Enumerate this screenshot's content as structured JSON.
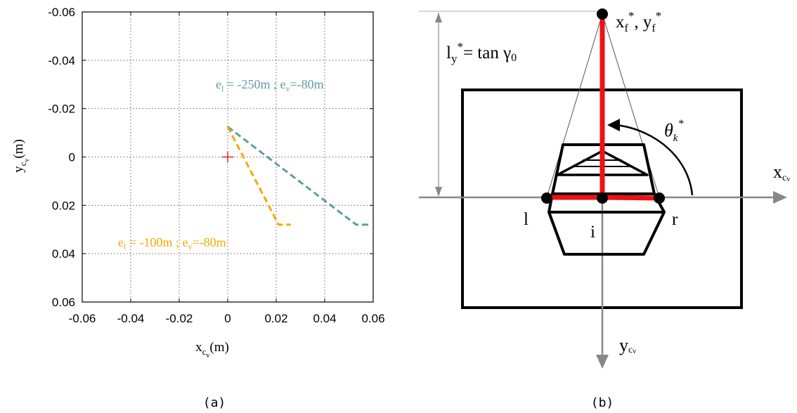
{
  "colors": {
    "series_orange": "#f5a800",
    "series_teal": "#5f9ea0",
    "origin_marker": "#e8202a",
    "track_red": "#ee1111",
    "axis_gray": "#888888"
  },
  "chart_data": {
    "type": "line",
    "panel_caption": "(a)",
    "xlabel": {
      "base": "x",
      "sub1": "c",
      "sub2": "v",
      "unit": "(m)"
    },
    "ylabel": {
      "base": "y",
      "sub1": "c",
      "sub2": "v",
      "unit": "(m)"
    },
    "xlim": [
      -0.06,
      0.06
    ],
    "ylim": [
      -0.06,
      0.06
    ],
    "y_inverted": true,
    "grid": true,
    "x_ticks": [
      "-0.06",
      "-0.04",
      "-0.02",
      "0",
      "0.02",
      "0.04",
      "0.06"
    ],
    "y_ticks": [
      "-0.06",
      "-0.04",
      "-0.02",
      "0",
      "0.02",
      "0.04",
      "0.06"
    ],
    "x_tick_values": [
      -0.06,
      -0.04,
      -0.02,
      0,
      0.02,
      0.04,
      0.06
    ],
    "y_tick_values": [
      -0.06,
      -0.04,
      -0.02,
      0,
      0.02,
      0.04,
      0.06
    ],
    "origin_marker": {
      "x": 0,
      "y": 0,
      "symbol": "+"
    },
    "series": [
      {
        "color": "#5f9ea0",
        "style": "dashed",
        "label": {
          "e": "e",
          "l": "l",
          "mid": " = -250m ; e",
          "v": "v",
          "end": "=-80m"
        },
        "points": [
          [
            0,
            -0.0125
          ],
          [
            0.053,
            0.028
          ],
          [
            0.059,
            0.028
          ]
        ]
      },
      {
        "color": "#f5a800",
        "style": "dashed",
        "label": {
          "e": "e",
          "l": "l",
          "mid": " = -100m ; e",
          "v": "v",
          "end": "=-80m"
        },
        "points": [
          [
            0,
            -0.0125
          ],
          [
            0.021,
            0.028
          ],
          [
            0.026,
            0.028
          ]
        ]
      }
    ]
  },
  "diagram": {
    "panel_caption": "(b)",
    "target_label": {
      "x": "x",
      "xsub": "f",
      "star": "*",
      "sep": ", ",
      "y": "y",
      "ysub": "f"
    },
    "ly_label": {
      "l": "l",
      "sub": "y",
      "sup": "*",
      "rest": "= tan γ",
      "gsub": "0"
    },
    "theta_label": {
      "theta": "θ",
      "sub": "k",
      "sup": "*"
    },
    "axis_x_label": {
      "base": "x",
      "sub": "c",
      "subsub": "v"
    },
    "axis_y_label": {
      "base": "y",
      "sub": "c",
      "subsub": "v"
    },
    "point_l": "l",
    "point_i": "i",
    "point_r": "r"
  }
}
